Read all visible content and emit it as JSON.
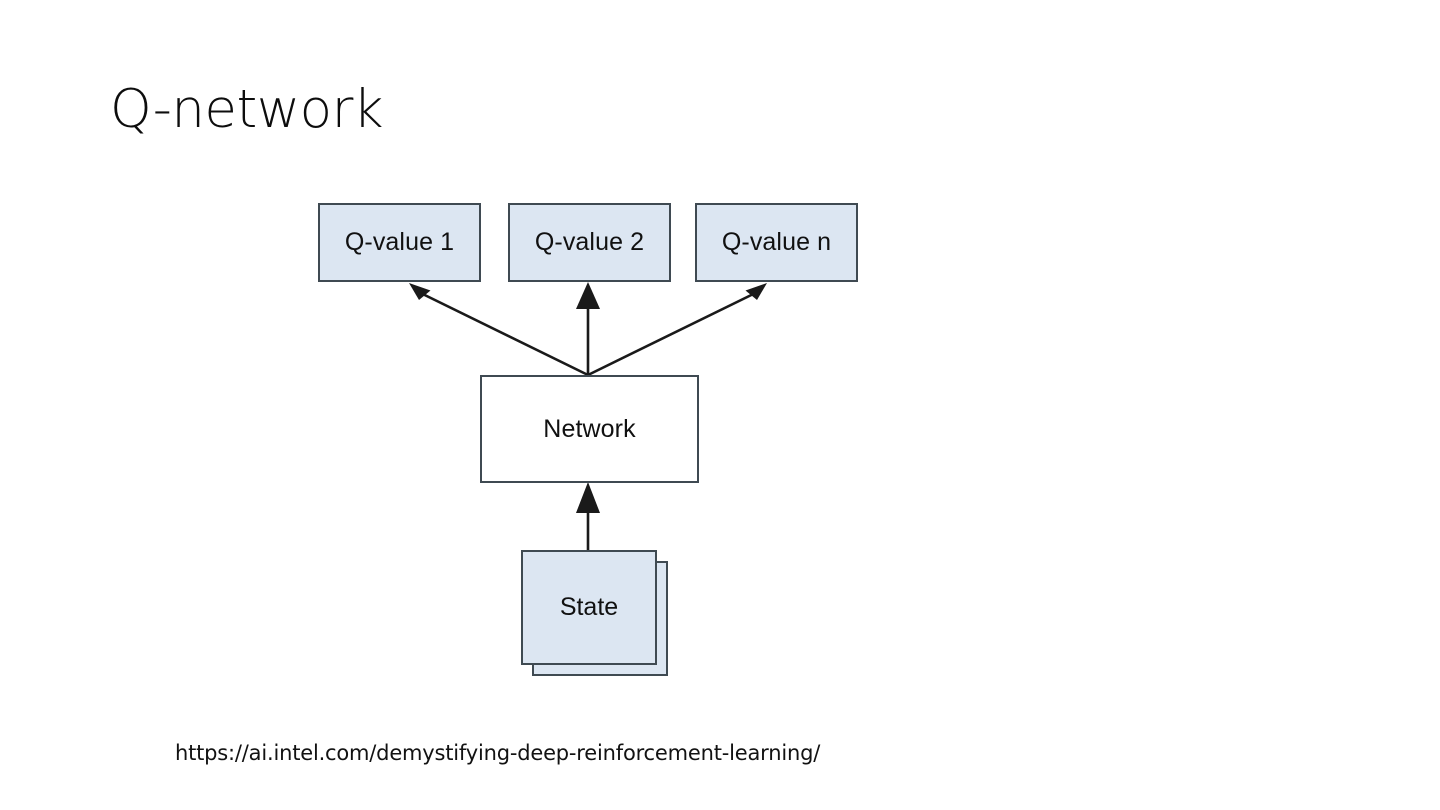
{
  "slide": {
    "title": "Q-network",
    "background_color": "#ffffff",
    "source_url": "https://ai.intel.com/demystifying-deep-reinforcement-learning/"
  },
  "theme": {
    "node_fill_blue": "#dce6f2",
    "node_fill_white": "#ffffff",
    "node_border": "#3f4a52",
    "arrow_color": "#1a1a1a",
    "text_color": "#111111",
    "title_color": "#0d0d0d"
  },
  "diagram": {
    "name": "q-network-architecture",
    "outputs": [
      {
        "id": "qvalue-1",
        "label": "Q-value 1",
        "fill": "#dce6f2"
      },
      {
        "id": "qvalue-2",
        "label": "Q-value 2",
        "fill": "#dce6f2"
      },
      {
        "id": "qvalue-n",
        "label": "Q-value n",
        "fill": "#dce6f2"
      }
    ],
    "network": {
      "id": "network",
      "label": "Network",
      "fill": "#ffffff"
    },
    "input": {
      "id": "state",
      "label": "State",
      "fill": "#dce6f2",
      "stacked": true
    },
    "edges": [
      {
        "from": "network",
        "to": "qvalue-1",
        "arrow": "to"
      },
      {
        "from": "network",
        "to": "qvalue-2",
        "arrow": "to"
      },
      {
        "from": "network",
        "to": "qvalue-n",
        "arrow": "to"
      },
      {
        "from": "state",
        "to": "network",
        "arrow": "to"
      }
    ]
  }
}
